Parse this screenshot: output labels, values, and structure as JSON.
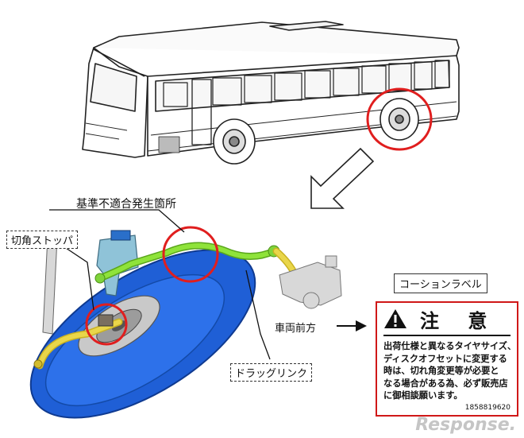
{
  "labels": {
    "nonconformity_location": "基準不適合発生箇所",
    "steering_stopper": "切角ストッパ",
    "caution_label_caption": "コーションラベル",
    "vehicle_front": "車両前方",
    "drag_link": "ドラッグリンク"
  },
  "caution_label": {
    "title": "注 意",
    "lines": [
      "出荷仕様と異なるタイヤサイズ、",
      "ディスクオフセットに変更する",
      "時は、切れ角変更等が必要と",
      "なる場合がある為、必ず販売店",
      "に御相談願います。"
    ],
    "code": "1858819620"
  },
  "watermark": "Response.",
  "colors": {
    "highlight_circle": "#e01e1e",
    "tire": "#1f5fd6",
    "drag_link": "#8fe33a",
    "caution_border": "#d01818"
  }
}
